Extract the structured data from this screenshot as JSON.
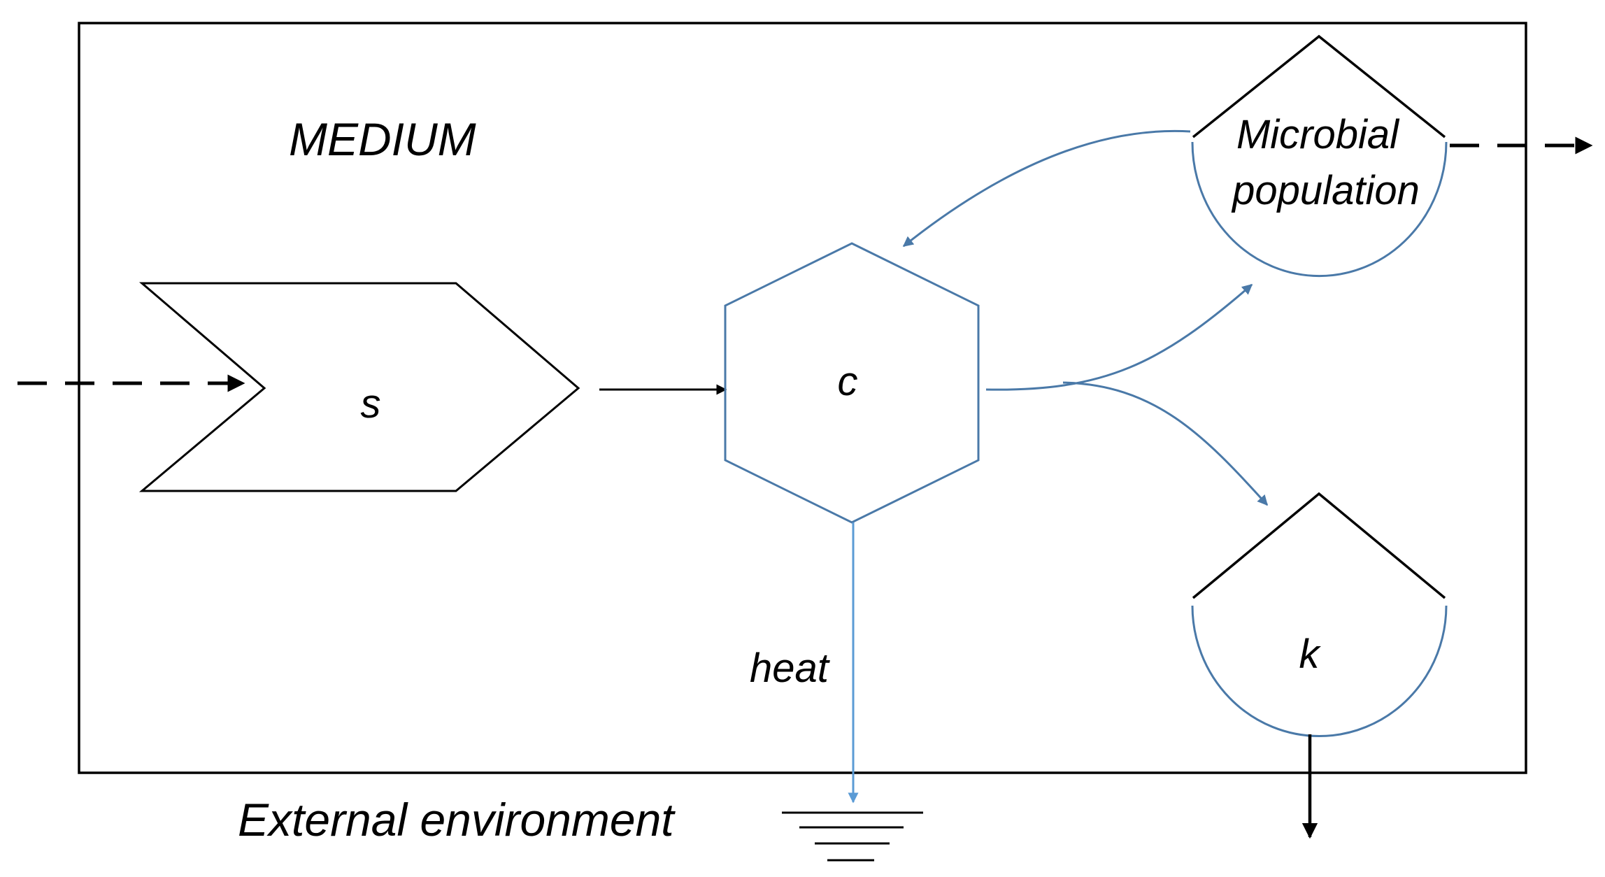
{
  "labels": {
    "medium": "MEDIUM",
    "substrate": "s",
    "complex": "c",
    "microbial_line1": "Microbial",
    "microbial_line2": "population",
    "k": "k",
    "heat": "heat",
    "external": "External environment"
  },
  "colors": {
    "black": "#000000",
    "blue": "#4a79a8",
    "heat_blue": "#5b9bd5"
  }
}
